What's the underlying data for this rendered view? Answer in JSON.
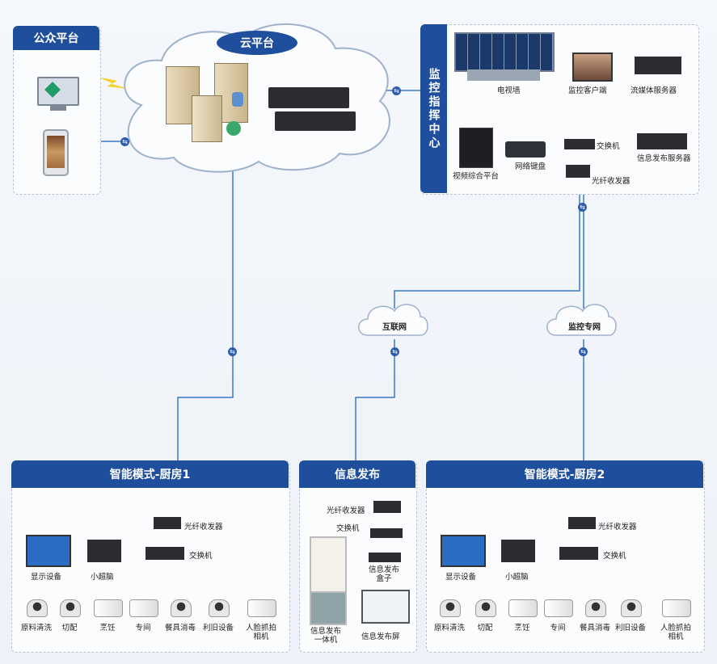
{
  "public_platform": {
    "title": "公众平台"
  },
  "cloud_platform": {
    "title": "云平台"
  },
  "monitor_center": {
    "title": "监控指挥中心",
    "devices": [
      "电视墙",
      "监控客户端",
      "流媒体服务器",
      "交换机",
      "信息发布服务器",
      "视频综合平台",
      "网络键盘",
      "光纤收发器"
    ]
  },
  "networks": {
    "internet": "互联网",
    "private": "监控专网"
  },
  "kitchen1": {
    "title": "智能模式-厨房1",
    "fiber": "光纤收发器",
    "switch": "交换机",
    "display": "显示设备",
    "brain": "小超脑",
    "cameras": [
      "原料清洗",
      "切配",
      "烹饪",
      "专间",
      "餐具消毒",
      "利旧设备",
      "人脸抓拍\n相机"
    ]
  },
  "info_publish": {
    "title": "信息发布",
    "fiber": "光纤收发器",
    "switch": "交换机",
    "box": "信息发布\n盒子",
    "allinone": "信息发布\n一体机",
    "screen": "信息发布屏"
  },
  "kitchen2": {
    "title": "智能模式-厨房2",
    "fiber": "光纤收发器",
    "switch": "交换机",
    "display": "显示设备",
    "brain": "小超脑",
    "cameras": [
      "原料清洗",
      "切配",
      "烹饪",
      "专间",
      "餐具消毒",
      "利旧设备",
      "人脸抓拍\n相机"
    ]
  },
  "colors": {
    "brand": "#1f4f9c",
    "line": "#2b6cc4",
    "arrow": "#6a2fa8"
  }
}
